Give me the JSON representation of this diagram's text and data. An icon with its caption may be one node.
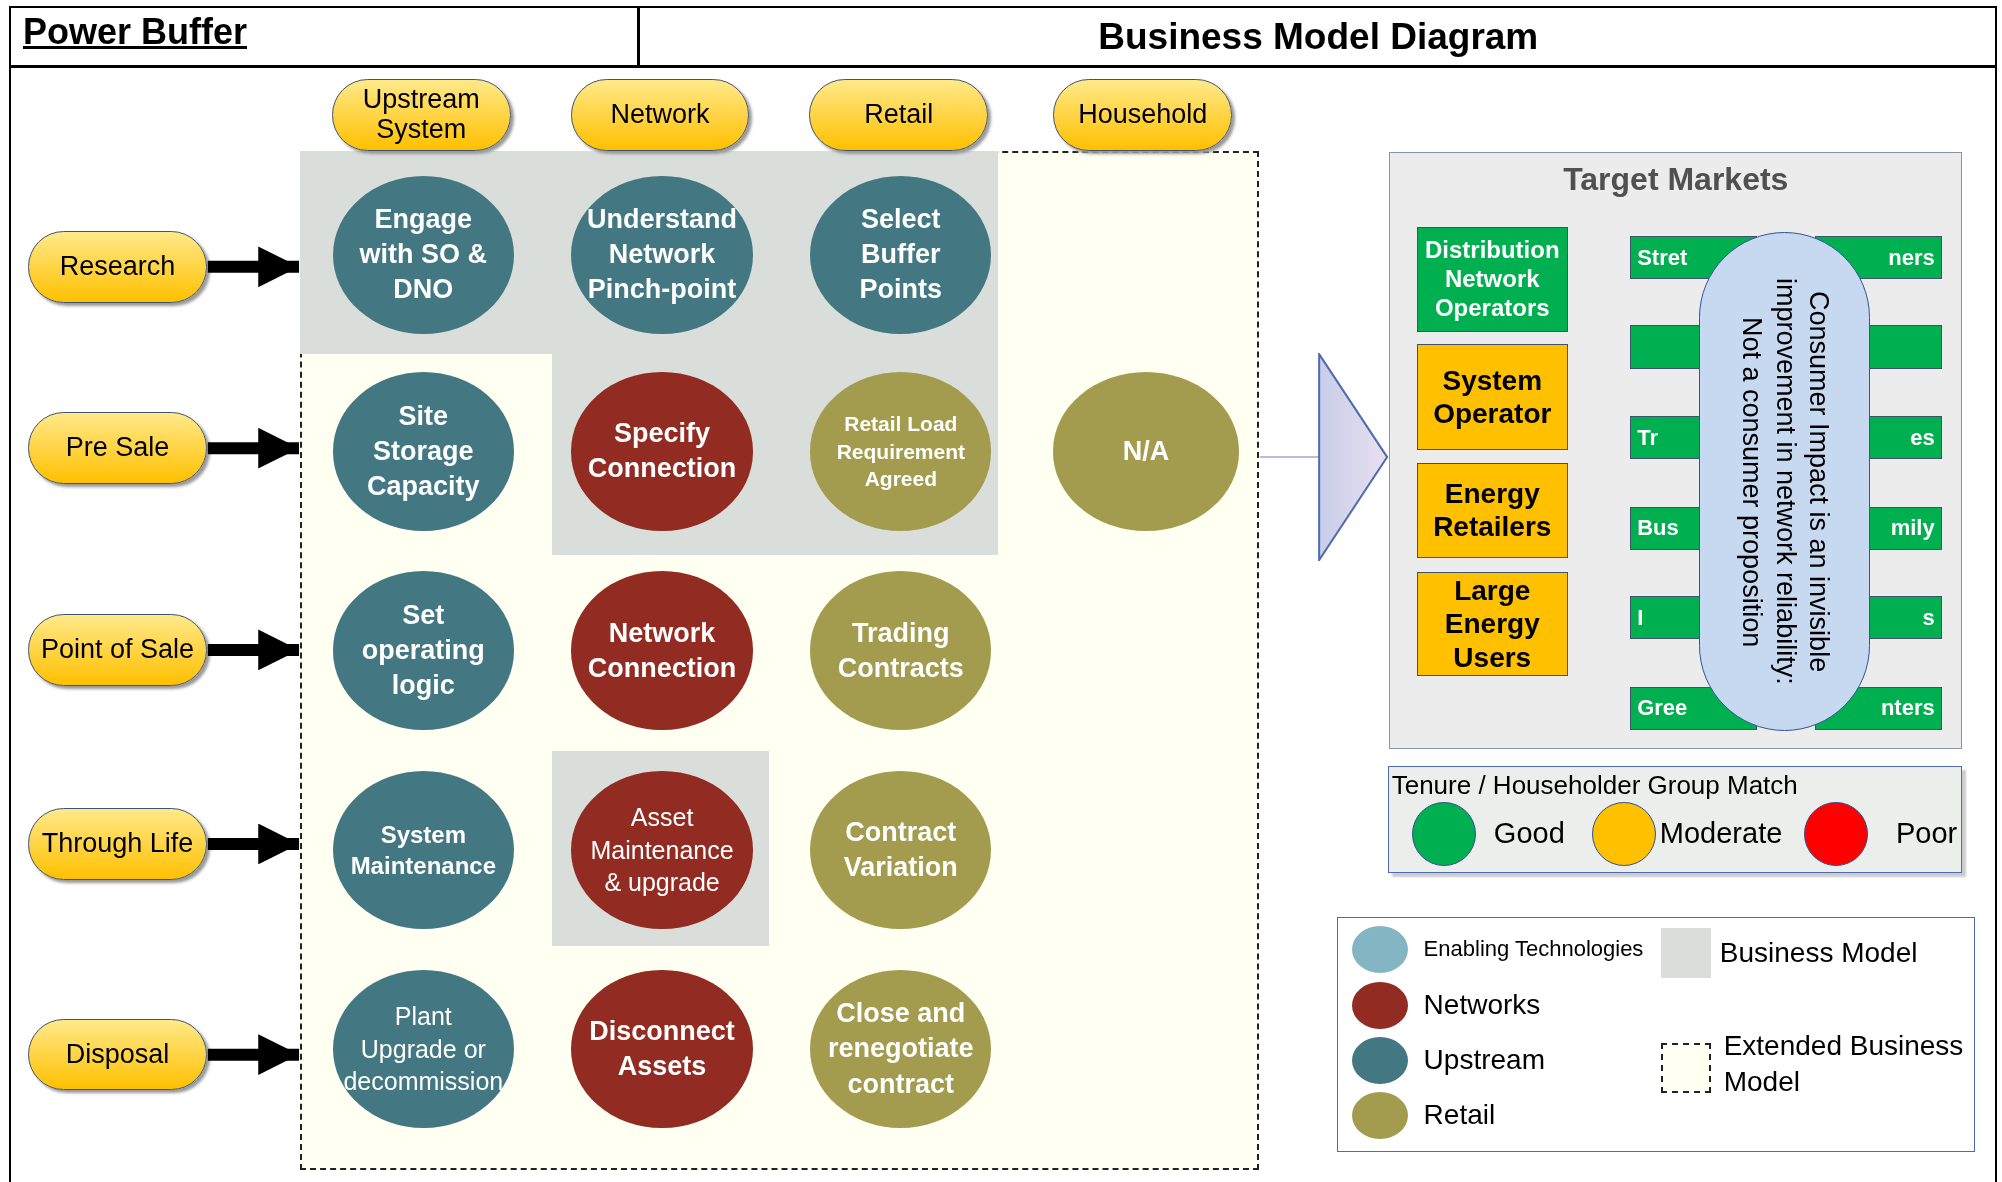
{
  "diagram": {
    "title": "Business Model Diagram",
    "nodes": [
      {
        "text": [
          "Upstream System"
        ]
      },
      {
        "text": [
          "Network"
        ]
      },
      {
        "text": [
          "Retail"
        ]
      },
      {
        "text": [
          "Household"
        ]
      },
      {
        "text": [
          "Research"
        ]
      },
      {
        "text": [
          "Pre Sale"
        ]
      },
      {
        "text": [
          "Point of Sale"
        ]
      },
      {
        "text": [
          "Through Life"
        ]
      },
      {
        "text": [
          "Disposal"
        ]
      },
      {
        "text": [],
        "shape": "box"
      },
      {
        "text": [
          "Engage with SO & DNO"
        ],
        "in": 9
      },
      {
        "text": [
          "Understand Network Pinch-point"
        ],
        "in": 9
      },
      {
        "text": [
          "Select Buffer Points"
        ],
        "in": 9
      },
      {
        "text": [
          "Site Storage Capacity"
        ],
        "in": 9
      },
      {
        "text": [
          "Specify Connection"
        ],
        "in": 9
      },
      {
        "text": [
          "Retail Load Requirement Agreed"
        ],
        "in": 9
      },
      {
        "text": [
          "N/A"
        ],
        "in": 9
      },
      {
        "text": [
          "Set operating logic"
        ],
        "in": 9
      },
      {
        "text": [
          "Network Connection"
        ],
        "in": 9
      },
      {
        "text": [
          "Trading Contracts"
        ],
        "in": 9
      },
      {
        "text": [
          "System Maintenance"
        ],
        "in": 9
      },
      {
        "text": [
          "Asset Maintenance & upgrade"
        ],
        "in": 9
      },
      {
        "text": [
          "Contract Variation"
        ],
        "in": 9
      },
      {
        "text": [
          "Plant Upgrade or decommission"
        ],
        "in": 9
      },
      {
        "text": [
          "Disconnect Assets"
        ],
        "in": 9
      },
      {
        "text": [
          "Close and renegotiate contract"
        ],
        "in": 9
      },
      {
        "text": [
          "Target Markets"
        ]
      },
      {
        "text": [
          "Distribution Network Operators"
        ],
        "in": 26
      },
      {
        "text": [
          "System Operator"
        ],
        "in": 26
      },
      {
        "text": [
          "Energy Retailers"
        ],
        "in": 26
      },
      {
        "text": [
          "Large Energy Users"
        ],
        "in": 26
      },
      {
        "text": [
          "Stret",
          "ners"
        ],
        "in": 26
      },
      {
        "text": [],
        "shape": "box",
        "in": 26
      },
      {
        "text": [
          "Tr",
          "es"
        ],
        "in": 26
      },
      {
        "text": [
          "Bus",
          "mily"
        ],
        "in": 26
      },
      {
        "text": [
          "I",
          "s"
        ],
        "in": 26
      },
      {
        "text": [
          "Gree",
          "nters"
        ],
        "in": 26
      },
      {
        "text": [
          "Consumer Impact is an invisible improvement in network reliability: Not a consumer proposition"
        ],
        "in": 26
      }
    ],
    "edges": [
      {
        "from": 4,
        "to": 9,
        "arrow": "to"
      },
      {
        "from": 5,
        "to": 9,
        "arrow": "to"
      },
      {
        "from": 6,
        "to": 9,
        "arrow": "to"
      },
      {
        "from": 7,
        "to": 9,
        "arrow": "to"
      },
      {
        "from": 8,
        "to": 9,
        "arrow": "to"
      },
      {
        "from": 9,
        "to": 26,
        "arrow": "to",
        "color": "#b8bedc"
      }
    ],
    "labels": [
      "Power Buffer",
      "Tenure / Householder Group Match"
    ],
    "legend": [
      {
        "text": "Good",
        "color": "#00b050"
      },
      {
        "text": "Moderate",
        "color": "#ffc000"
      },
      {
        "text": "Poor",
        "color": "#ff0000"
      },
      {
        "text": "Enabling Technologies",
        "color": "#84b5c2"
      },
      {
        "text": "Networks",
        "color": "#922b21"
      },
      {
        "text": "Upstream",
        "color": "#437782"
      },
      {
        "text": "Retail",
        "color": "#a39c4e"
      },
      {
        "text": "Business Model",
        "color": "#d9dedb"
      },
      {
        "text": "Extended Business Model"
      }
    ]
  }
}
